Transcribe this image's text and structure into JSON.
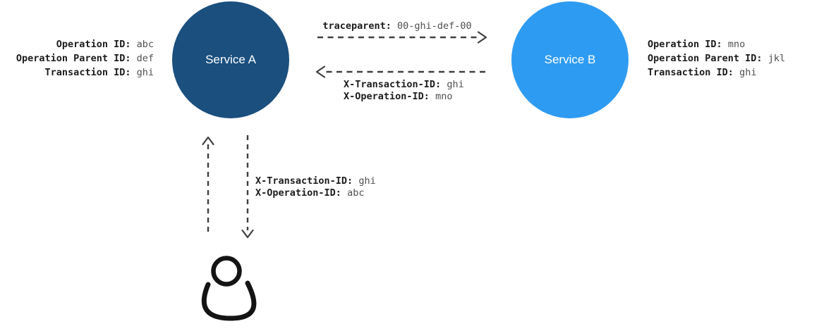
{
  "services": {
    "a": {
      "label": "Service A",
      "color": "#1A4F7E",
      "text_color": "#ffffff"
    },
    "b": {
      "label": "Service B",
      "color": "#2E9BF2",
      "text_color": "#ffffff"
    }
  },
  "left_info": {
    "lines": [
      {
        "label": "Operation ID:",
        "value": "abc"
      },
      {
        "label": "Operation Parent ID:",
        "value": "def"
      },
      {
        "label": "Transaction ID:",
        "value": "ghi"
      }
    ]
  },
  "right_info": {
    "lines": [
      {
        "label": "Operation ID:",
        "value": "mno"
      },
      {
        "label": "Operation Parent ID:",
        "value": "jkl"
      },
      {
        "label": "Transaction ID:",
        "value": "ghi"
      }
    ]
  },
  "request_arrow": {
    "direction": "service-a-to-service-b",
    "label": "traceparent:",
    "value": "00-ghi-def-00"
  },
  "response_arrow": {
    "direction": "service-b-to-service-a",
    "lines": [
      {
        "label": "X-Transaction-ID:",
        "value": "ghi"
      },
      {
        "label": "X-Operation-ID:",
        "value": "mno"
      }
    ]
  },
  "user_exchange": {
    "direction": "user-and-service-a",
    "lines": [
      {
        "label": "X-Transaction-ID:",
        "value": "ghi"
      },
      {
        "label": "X-Operation-ID:",
        "value": "abc"
      }
    ]
  },
  "icons": {
    "user": "person-icon"
  },
  "colors": {
    "arrow": "#3f3f3f",
    "icon": "#141414"
  }
}
